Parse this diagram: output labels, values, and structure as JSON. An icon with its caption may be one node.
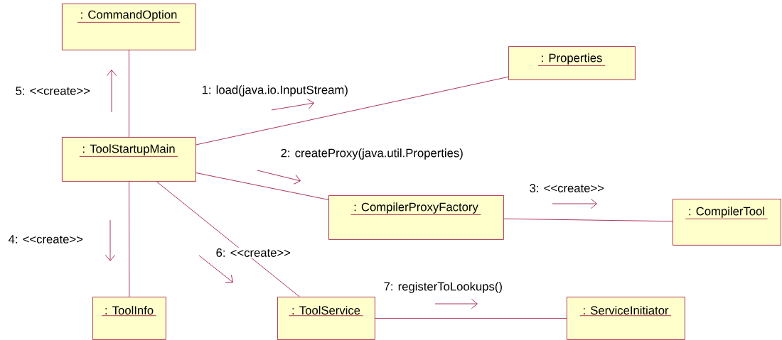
{
  "diagram": {
    "nodes": [
      {
        "text": [
          ": CommandOption"
        ]
      },
      {
        "text": [
          ": Properties"
        ]
      },
      {
        "text": [
          ": ToolStartupMain"
        ]
      },
      {
        "text": [
          ": CompilerProxyFactory"
        ]
      },
      {
        "text": [
          ": CompilerTool"
        ]
      },
      {
        "text": [
          ": ToolInfo"
        ]
      },
      {
        "text": [
          ": ToolService"
        ]
      },
      {
        "text": [
          ": ServiceInitiator"
        ]
      }
    ],
    "edges": [
      {
        "from": 2,
        "to": 1,
        "arrow": "none",
        "label": "1: load(java.io.InputStream)"
      },
      {
        "from": 2,
        "to": 3,
        "arrow": "none",
        "label": "2: createProxy(java.util.Properties)"
      },
      {
        "from": 3,
        "to": 4,
        "arrow": "none",
        "label": "3: <<create>>"
      },
      {
        "from": 2,
        "to": 5,
        "arrow": "none",
        "label": "4: <<create>>"
      },
      {
        "from": 2,
        "to": 0,
        "arrow": "none",
        "label": "5: <<create>>"
      },
      {
        "from": 2,
        "to": 6,
        "arrow": "none",
        "label": "6: <<create>>"
      },
      {
        "from": 6,
        "to": 7,
        "arrow": "none",
        "label": "7: registerToLookups()"
      }
    ]
  }
}
